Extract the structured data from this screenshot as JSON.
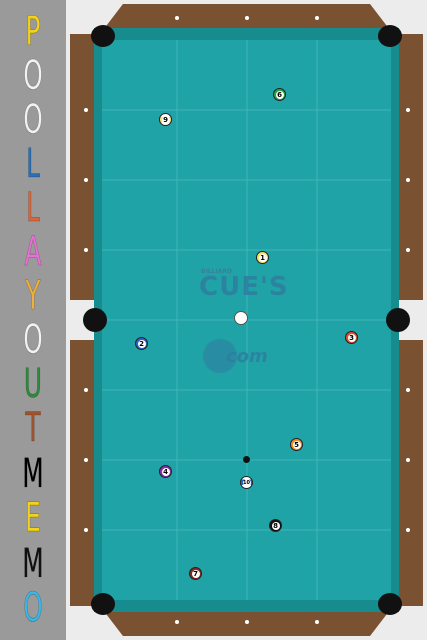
{
  "title": {
    "letters": [
      {
        "char": "P",
        "color": "#f2d21e"
      },
      {
        "char": "O",
        "color": "#f2f2f2"
      },
      {
        "char": "O",
        "color": "#f2f2f2"
      },
      {
        "char": "L",
        "color": "#2b6fb5"
      },
      {
        "char": "L",
        "color": "#d8663a"
      },
      {
        "char": "A",
        "color": "#ea6fd6"
      },
      {
        "char": "Y",
        "color": "#f0b03a"
      },
      {
        "char": "O",
        "color": "#f2f2f2"
      },
      {
        "char": "U",
        "color": "#2f8a3c"
      },
      {
        "char": "T",
        "color": "#a0522d"
      },
      {
        "char": "M",
        "color": "#000000"
      },
      {
        "char": "E",
        "color": "#f2d21e"
      },
      {
        "char": "M",
        "color": "#111111"
      },
      {
        "char": "O",
        "color": "#3bb6e6"
      }
    ]
  },
  "table": {
    "cloth_color": "#1fa3a6",
    "rail_color": "#7a5232",
    "logo_small": "BILLIARD",
    "logo_main": "CUE'S",
    "logo_secondary": "com"
  },
  "balls": [
    {
      "number": "1",
      "fill": "#f6e36a"
    },
    {
      "number": "2",
      "fill": "#2a63c6"
    },
    {
      "number": "3",
      "fill": "#e84a2a"
    },
    {
      "number": "4",
      "fill": "#8a2ab6"
    },
    {
      "number": "5",
      "fill": "#f28a1c"
    },
    {
      "number": "6",
      "fill": "#2aa24a"
    },
    {
      "number": "7",
      "fill": "#8a2a1c"
    },
    {
      "number": "8",
      "fill": "#111111"
    },
    {
      "number": "9",
      "fill": "#f6e36a"
    },
    {
      "number": "10",
      "fill": "#2a63c6"
    }
  ]
}
